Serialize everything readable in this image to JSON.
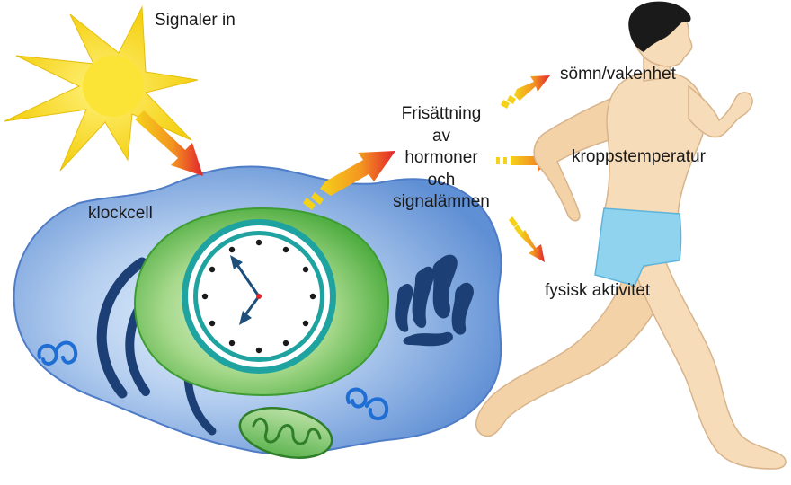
{
  "labels": {
    "signals_in": "Signaler in",
    "clock_cell": "klockcell",
    "release": [
      "Frisättning",
      "av",
      "hormoner",
      "och",
      "signalämnen"
    ],
    "sleep_wake": "sömn/vakenhet",
    "body_temperature": "kroppstemperatur",
    "physical_activity": "fysisk aktivitet"
  },
  "colors": {
    "sun": "#f7d417",
    "arrow_start": "#f5d21a",
    "arrow_end": "#e2232c",
    "cell_body": "#6f9ad8",
    "nucleus_green": "#5cba4a",
    "clock_ring": "#1fa3a0",
    "clock_hands": "#1d4f7a",
    "skin": "#f6dcb8",
    "shorts": "#8fd3ef",
    "hair": "#1a1a1a"
  },
  "icons": [
    "sun-icon",
    "clock-cell-icon",
    "clock-face-icon",
    "mitochondrion-icon",
    "golgi-icon",
    "runner-figure",
    "arrow-icon"
  ]
}
